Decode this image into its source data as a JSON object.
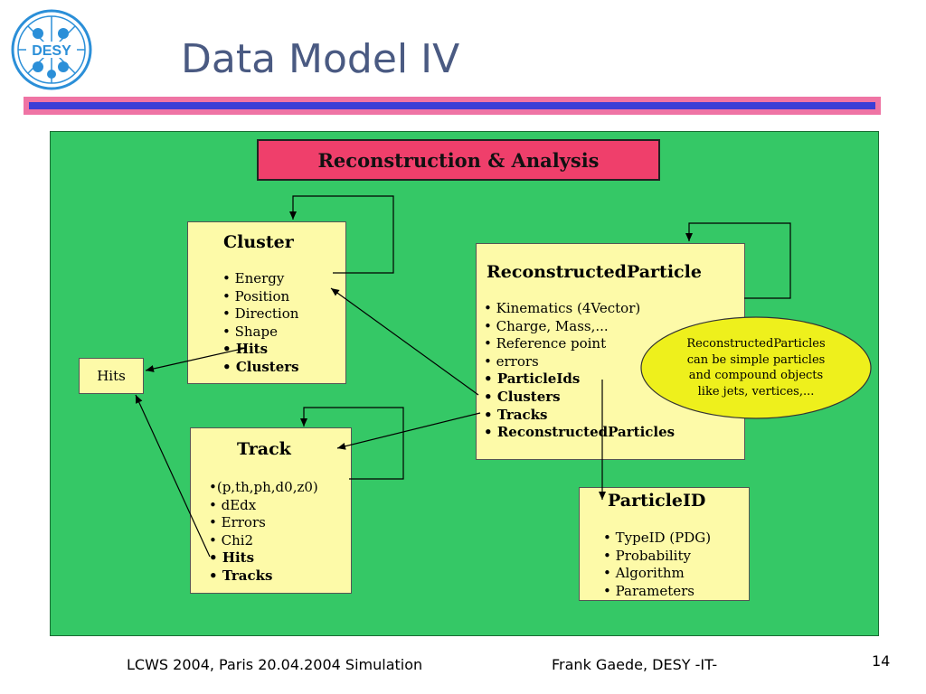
{
  "logo": {
    "text": "DESY"
  },
  "slide": {
    "title": "Data Model IV"
  },
  "diagram": {
    "banner": "Reconstruction & Analysis",
    "cluster": {
      "title": "Cluster",
      "items": [
        "Energy",
        "Position",
        "Direction",
        "Shape"
      ],
      "bold_items": [
        "Hits",
        "Clusters"
      ]
    },
    "track": {
      "title": "Track",
      "first": "•(p,th,ph,d0,z0)",
      "items": [
        "dEdx",
        "Errors",
        "Chi2"
      ],
      "bold_items": [
        "Hits",
        "Tracks"
      ]
    },
    "reco": {
      "title": "ReconstructedParticle",
      "items": [
        "Kinematics (4Vector)",
        "Charge, Mass,...",
        "Reference point",
        "errors"
      ],
      "bold_items": [
        "ParticleIds",
        "Clusters",
        "Tracks",
        "ReconstructedParticles"
      ]
    },
    "pid": {
      "title": "ParticleID",
      "items": [
        "TypeID (PDG)",
        "Probability",
        "Algorithm",
        "Parameters"
      ]
    },
    "hits": "Hits",
    "note": [
      "ReconstructedParticles",
      "can be simple particles",
      "and compound objects",
      "like jets, vertices,..."
    ]
  },
  "footer": {
    "left": "LCWS 2004, Paris 20.04.2004 Simulation",
    "center": "Frank Gaede, DESY -IT-",
    "page": "14"
  },
  "colors": {
    "canvas": "#35c866",
    "box": "#fdfaa8",
    "banner": "#ef3f6b",
    "note": "#eef01c",
    "title": "#4a5a82",
    "rule_pink": "#ef74a4",
    "rule_blue": "#3b3ed6"
  }
}
